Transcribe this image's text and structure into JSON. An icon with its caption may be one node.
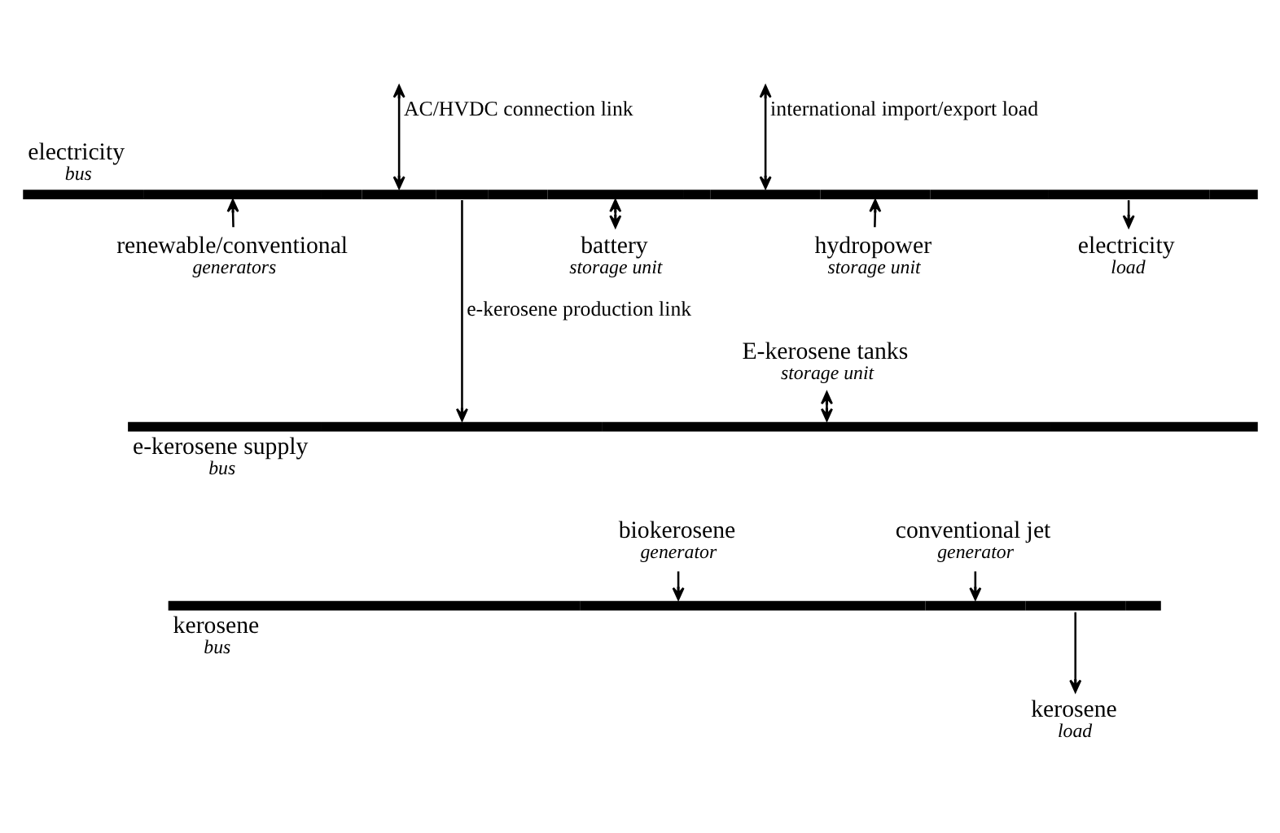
{
  "diagram": {
    "nodes": [
      {
        "text": [
          "electricity",
          "bus"
        ]
      },
      {
        "text": [
          "renewable/conventional",
          "generators"
        ]
      },
      {
        "text": [
          "battery",
          "storage unit"
        ]
      },
      {
        "text": [
          "hydropower",
          "storage unit"
        ]
      },
      {
        "text": [
          "electricity",
          "load"
        ]
      },
      {
        "text": [
          "E-kerosene tanks",
          "storage unit"
        ]
      },
      {
        "text": [
          "e-kerosene supply",
          "bus"
        ]
      },
      {
        "text": [
          "biokerosene",
          "generator"
        ]
      },
      {
        "text": [
          "conventional jet",
          "generator"
        ]
      },
      {
        "text": [
          "kerosene",
          "bus"
        ]
      },
      {
        "text": [
          "kerosene",
          "load"
        ]
      }
    ],
    "edges": [
      {
        "from": null,
        "to": 0,
        "arrow": "both",
        "label": "AC/HVDC connection link"
      },
      {
        "from": null,
        "to": 0,
        "arrow": "both",
        "label": "international import/export load"
      },
      {
        "from": 1,
        "to": 0,
        "arrow": "to"
      },
      {
        "from": 0,
        "to": 2,
        "arrow": "both"
      },
      {
        "from": 3,
        "to": 0,
        "arrow": "to"
      },
      {
        "from": 0,
        "to": 4,
        "arrow": "to"
      },
      {
        "from": 0,
        "to": 6,
        "arrow": "to",
        "label": "e-kerosene production link"
      },
      {
        "from": 5,
        "to": 6,
        "arrow": "both"
      },
      {
        "from": 7,
        "to": 9,
        "arrow": "to"
      },
      {
        "from": 8,
        "to": 9,
        "arrow": "to"
      },
      {
        "from": 9,
        "to": 10,
        "arrow": "to"
      }
    ]
  }
}
